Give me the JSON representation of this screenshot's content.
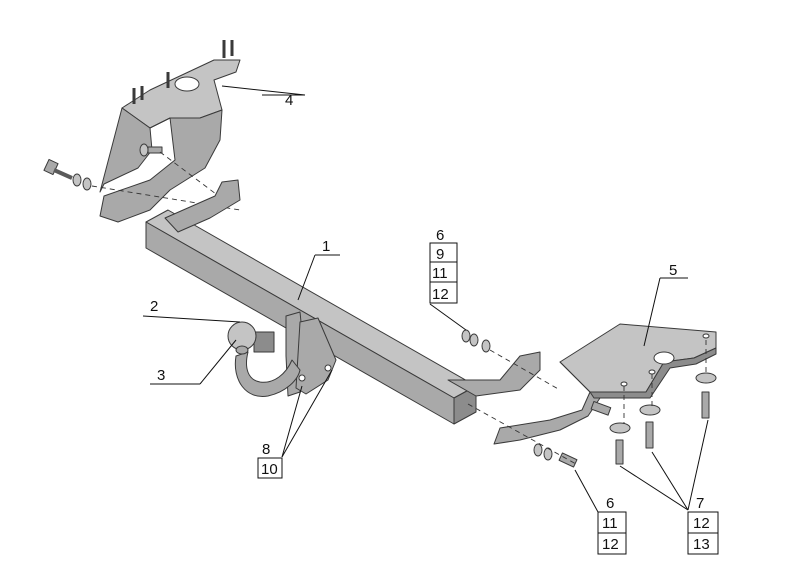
{
  "callouts": {
    "c1": "1",
    "c2": "2",
    "c3": "3",
    "c4": "4",
    "c5": "5",
    "c8": "8",
    "c10": "10",
    "stack_top": [
      "6",
      "9",
      "11",
      "12"
    ],
    "stack_bottom_left": [
      "6",
      "11",
      "12"
    ],
    "stack_bottom_right": [
      "7",
      "12",
      "13"
    ]
  },
  "colors": {
    "part_fill": "#a9a9a9",
    "part_top": "#c4c4c4",
    "part_side": "#8c8c8c",
    "line": "#111111"
  }
}
